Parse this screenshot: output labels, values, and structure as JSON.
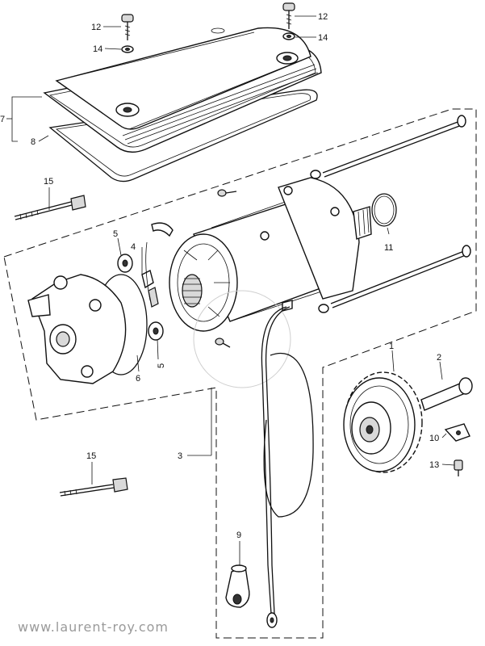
{
  "callouts": [
    {
      "id": "c1",
      "text": "1"
    },
    {
      "id": "c2",
      "text": "2"
    },
    {
      "id": "c3",
      "text": "3"
    },
    {
      "id": "c4",
      "text": "4"
    },
    {
      "id": "c5a",
      "text": "5"
    },
    {
      "id": "c5b",
      "text": "5"
    },
    {
      "id": "c6",
      "text": "6"
    },
    {
      "id": "c7",
      "text": "7"
    },
    {
      "id": "c8",
      "text": "8"
    },
    {
      "id": "c9",
      "text": "9"
    },
    {
      "id": "c10",
      "text": "10"
    },
    {
      "id": "c11",
      "text": "11"
    },
    {
      "id": "c12a",
      "text": "12"
    },
    {
      "id": "c12b",
      "text": "12"
    },
    {
      "id": "c13",
      "text": "13"
    },
    {
      "id": "c14a",
      "text": "14"
    },
    {
      "id": "c14b",
      "text": "14"
    },
    {
      "id": "c15a",
      "text": "15"
    },
    {
      "id": "c15b",
      "text": "15"
    }
  ],
  "watermark": "www.laurent-roy.com"
}
